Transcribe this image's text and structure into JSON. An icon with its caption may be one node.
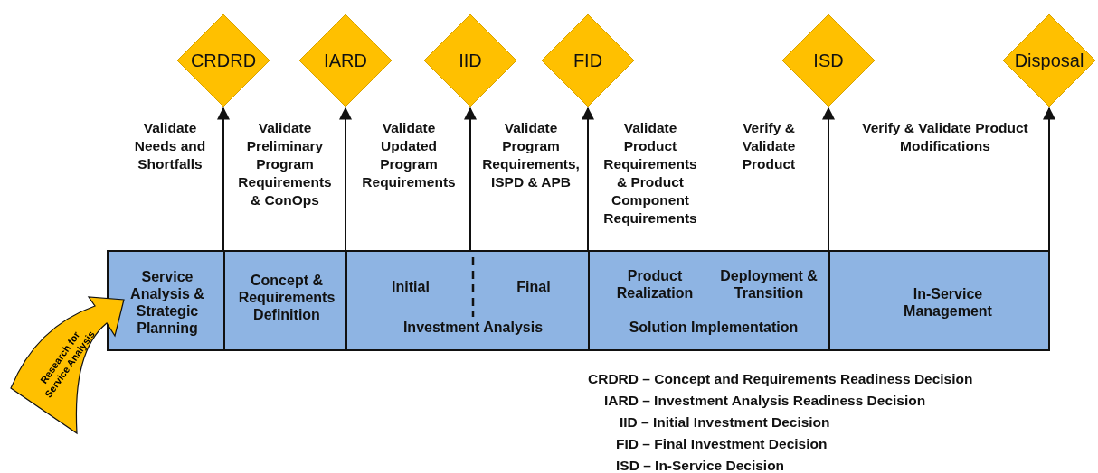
{
  "diagram": {
    "nodes": [
      {
        "text": [
          "CRDRD"
        ]
      },
      {
        "text": [
          "IARD"
        ]
      },
      {
        "text": [
          "IID"
        ]
      },
      {
        "text": [
          "FID"
        ]
      },
      {
        "text": [
          "ISD"
        ]
      },
      {
        "text": [
          "Disposal"
        ]
      },
      {
        "text": [
          "Service Analysis & Strategic Planning"
        ]
      },
      {
        "text": [
          "Concept & Requirements Definition"
        ]
      },
      {
        "text": [
          "Initial",
          "Final",
          "Investment Analysis"
        ]
      },
      {
        "text": [
          "Product Realization",
          "Deployment & Transition",
          "Solution Implementation"
        ]
      },
      {
        "text": [
          "In-Service Management"
        ]
      },
      {
        "text": [
          "Research for Service Analysis"
        ]
      }
    ],
    "edges": [
      {
        "from": 6,
        "to": 0,
        "arrow": "to"
      },
      {
        "from": 7,
        "to": 1,
        "arrow": "to"
      },
      {
        "from": 8,
        "to": 2,
        "arrow": "to"
      },
      {
        "from": 9,
        "to": 3,
        "arrow": "to"
      },
      {
        "from": 10,
        "to": 4,
        "arrow": "to"
      },
      {
        "from": 10,
        "to": 5,
        "arrow": "to"
      }
    ],
    "labels": [
      "Validate Needs and Shortfalls",
      "Validate Preliminary Program Requirements & ConOps",
      "Validate Updated Program Requirements",
      "Validate Program Requirements, ISPD & APB",
      "Validate Product Requirements & Product Component Requirements",
      "Verify & Validate Product",
      "Verify & Validate Product Modifications",
      "CRDRD – Concept and Requirements Readiness Decision",
      "IARD – Investment Analysis Readiness Decision",
      "IID – Initial Investment Decision",
      "FID – Final Investment Decision",
      "ISD – In-Service Decision"
    ]
  }
}
